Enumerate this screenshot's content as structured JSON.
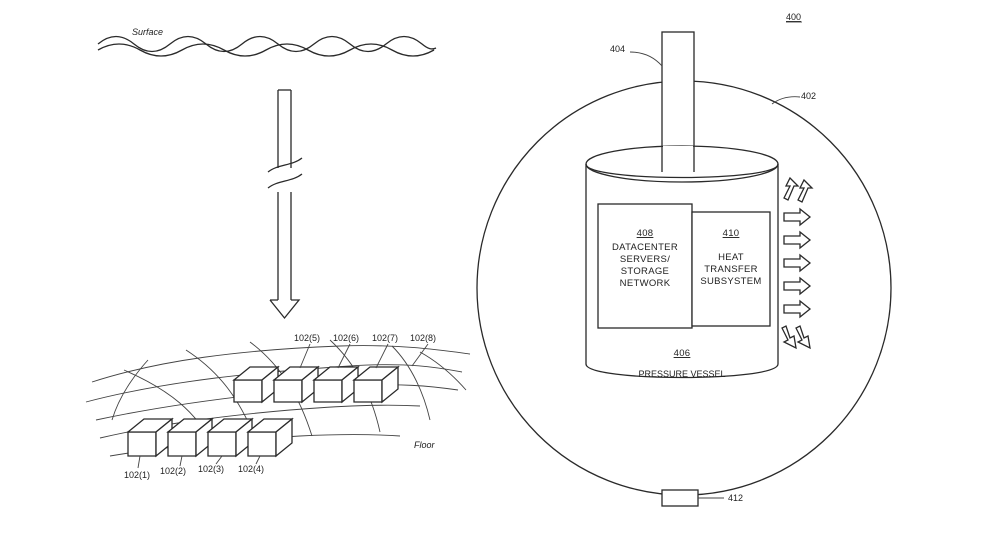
{
  "figure_number": "400",
  "left_figure": {
    "surface_label": "Surface",
    "floor_label": "Floor",
    "modules_back_row": [
      "102(5)",
      "102(6)",
      "102(7)",
      "102(8)"
    ],
    "modules_front_row": [
      "102(1)",
      "102(2)",
      "102(3)",
      "102(4)"
    ]
  },
  "right_figure": {
    "ref_shaft": "404",
    "ref_hull": "402",
    "ref_bottom": "412",
    "servers_box": {
      "ref": "408",
      "lines": [
        "DATACENTER",
        "SERVERS/",
        "STORAGE",
        "NETWORK"
      ]
    },
    "heat_box": {
      "ref": "410",
      "lines": [
        "HEAT",
        "TRANSFER",
        "SUBSYSTEM"
      ]
    },
    "vessel_ref": "406",
    "vessel_label": "PRESSURE VESSEL"
  }
}
